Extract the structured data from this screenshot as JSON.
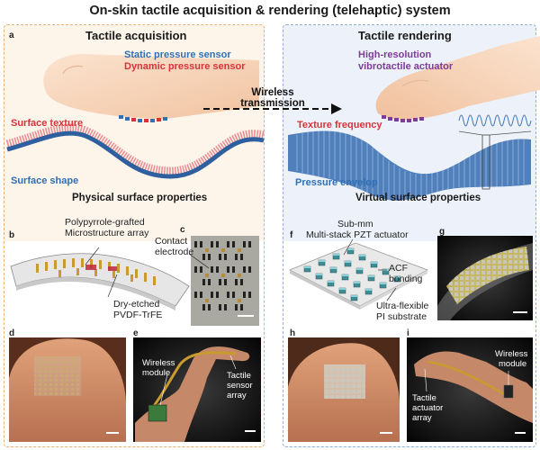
{
  "title": "On-skin tactile acquisition & rendering (telehaptic) system",
  "left": {
    "panel_label": "a",
    "header": "Tactile acquisition",
    "static_sensor": "Static pressure sensor",
    "dynamic_sensor": "Dynamic pressure sensor",
    "surface_texture": "Surface texture",
    "surface_shape": "Surface shape",
    "subheader": "Physical surface properties",
    "b_label": "b",
    "b_ann1_l1": "Polypyrrole-grafted",
    "b_ann1_l2": "Microstructure array",
    "b_ann2_l1": "Dry-etched",
    "b_ann2_l2": "PVDF-TrFE",
    "c_label": "c",
    "c_ann_l1": "Contact",
    "c_ann_l2": "electrode",
    "d_label": "d",
    "e_label": "e",
    "e_ann1_l1": "Wireless",
    "e_ann1_l2": "module",
    "e_ann2_l1": "Tactile",
    "e_ann2_l2": "sensor",
    "e_ann2_l3": "array"
  },
  "center": {
    "wireless_l1": "Wireless",
    "wireless_l2": "transmission"
  },
  "right": {
    "header": "Tactile rendering",
    "actuator_l1": "High-resolution",
    "actuator_l2": "vibrotactile actuator",
    "texture_frequency": "Texture frequency",
    "pressure_envelop": "Pressure envelop",
    "subheader": "Virtual surface properties",
    "f_label": "f",
    "f_ann1_l1": "Sub-mm",
    "f_ann1_l2": "Multi-stack  PZT actuator",
    "f_ann2_l1": "ACF",
    "f_ann2_l2": "bonding",
    "f_ann3_l1": "Ultra-flexible",
    "f_ann3_l2": "PI substrate",
    "g_label": "g",
    "h_label": "h",
    "i_label": "i",
    "i_ann1_l1": "Wireless",
    "i_ann1_l2": "module",
    "i_ann2_l1": "Tactile",
    "i_ann2_l2": "actuator",
    "i_ann2_l3": "array"
  },
  "colors": {
    "blue_text": "#2f6fb5",
    "red_text": "#d8333a",
    "purple_text": "#7d3c98",
    "left_border": "#e8b078",
    "right_border": "#8fb0d9",
    "wave_blue": "#2e5f9e",
    "wave_pink": "#e88a8f"
  }
}
